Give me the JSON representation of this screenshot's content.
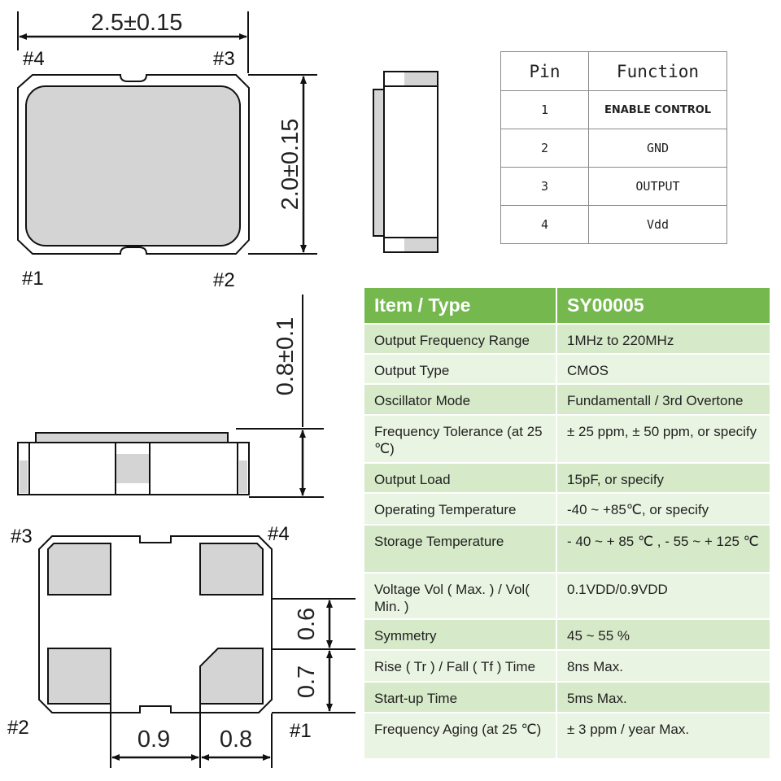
{
  "dimensions": {
    "width": "2.5±0.15",
    "height": "2.0±0.15",
    "thickness": "0.8±0.1",
    "pad_height_top": "0.6",
    "pad_height_bottom": "0.7",
    "pad_width_left": "0.9",
    "pad_width_right": "0.8"
  },
  "pin_labels": {
    "top_view": {
      "p4": "#4",
      "p3": "#3",
      "p1": "#1",
      "p2": "#2"
    },
    "bottom_view": {
      "p3": "#3",
      "p4": "#4",
      "p2": "#2",
      "p1": "#1"
    }
  },
  "pin_table": {
    "headers": {
      "pin": "Pin",
      "function": "Function"
    },
    "rows": [
      {
        "pin": "1",
        "function": "ENABLE CONTROL"
      },
      {
        "pin": "2",
        "function": "GND"
      },
      {
        "pin": "3",
        "function": "OUTPUT"
      },
      {
        "pin": "4",
        "function": "Vdd"
      }
    ]
  },
  "spec_table": {
    "header": {
      "item": "Item / Type",
      "type": "SY00005"
    },
    "rows": [
      {
        "item": "Output Frequency Range",
        "value": "1MHz to 220MHz"
      },
      {
        "item": "Output Type",
        "value": "CMOS"
      },
      {
        "item": "Oscillator Mode",
        "value": "Fundamentall / 3rd Overtone"
      },
      {
        "item": "Frequency Tolerance (at 25 ℃)",
        "value": "± 25 ppm, ± 50 ppm, or specify"
      },
      {
        "item": "Output Load",
        "value": "15pF, or specify"
      },
      {
        "item": "Operating Temperature",
        "value": "-40 ~ +85℃, or specify"
      },
      {
        "item": "Storage Temperature",
        "value": "- 40 ~ + 85 ℃ , - 55 ~ + 125 ℃"
      },
      {
        "item": "Voltage Vol ( Max. ) / Vol( Min. )",
        "value": "0.1VDD/0.9VDD"
      },
      {
        "item": "Symmetry",
        "value": "45 ~ 55 %"
      },
      {
        "item": "Rise ( Tr ) / Fall ( Tf ) Time",
        "value": "8ns Max."
      },
      {
        "item": "Start-up Time",
        "value": "5ms Max."
      },
      {
        "item": "Frequency Aging (at 25 ℃)",
        "value": "± 3 ppm / year Max."
      }
    ]
  },
  "colors": {
    "header_green": "#74b84e",
    "row_green_dark": "#d6e9c8",
    "row_green_light": "#eaf4e2",
    "pad_gray": "#d4d4d4"
  }
}
